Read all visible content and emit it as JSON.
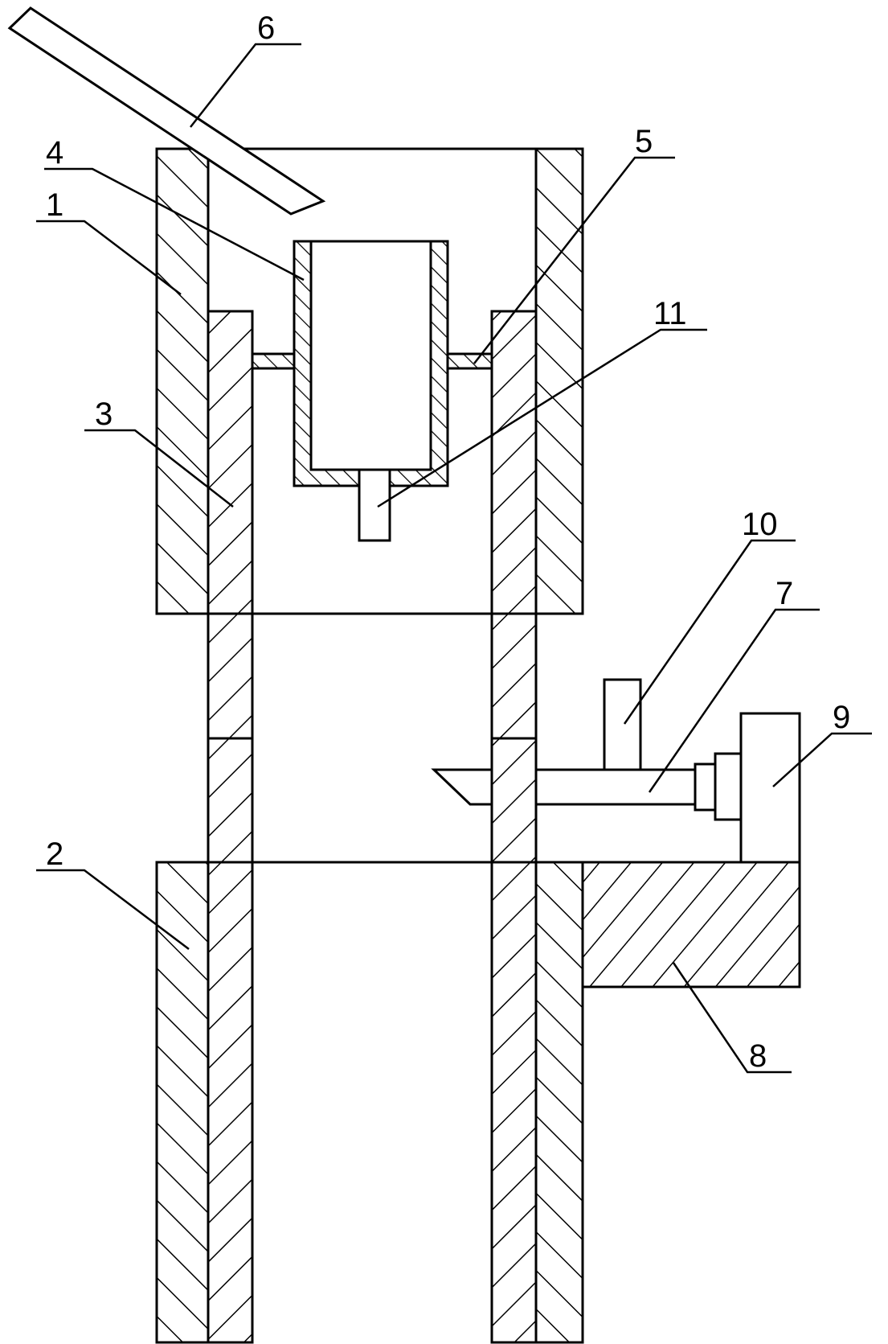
{
  "labels": {
    "l1": "1",
    "l2": "2",
    "l3": "3",
    "l4": "4",
    "l5": "5",
    "l6": "6",
    "l7": "7",
    "l8": "8",
    "l9": "9",
    "l10": "10",
    "l11": "11"
  },
  "colors": {
    "stroke": "#000000",
    "background": "#ffffff"
  }
}
